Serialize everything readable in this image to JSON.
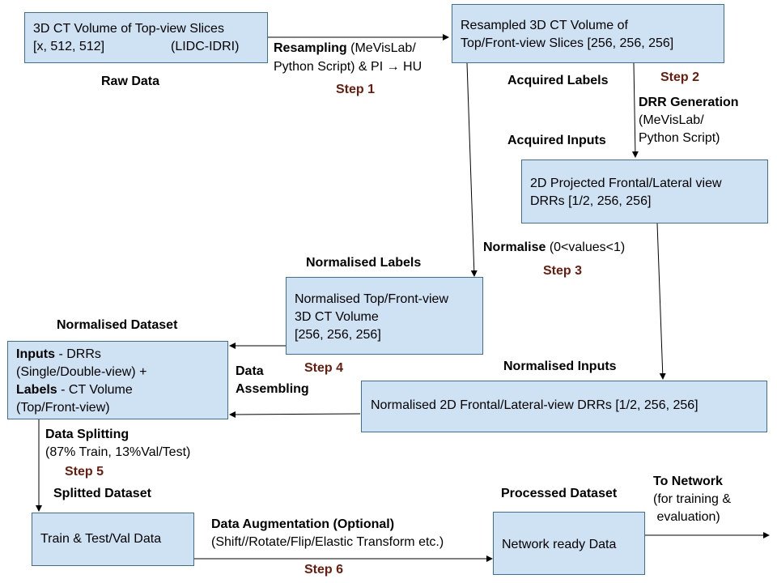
{
  "boxes": {
    "raw_ct": {
      "line1": "3D CT Volume of Top-view Slices",
      "line2a": "[x, 512, 512]",
      "line2b": "(LIDC-IDRI)"
    },
    "resampled": {
      "line1": "Resampled 3D CT Volume of",
      "line2": "Top/Front-view Slices [256, 256, 256]"
    },
    "drr": {
      "line1": "2D Projected Frontal/Lateral view",
      "line2": "DRRs [1/2, 256, 256]"
    },
    "norm_ct": {
      "line1": "Normalised Top/Front-view",
      "line2": "3D CT Volume",
      "line3": "[256, 256, 256]"
    },
    "norm_drr": {
      "text": "Normalised 2D Frontal/Lateral-view DRRs [1/2, 256, 256]"
    },
    "dataset": {
      "inputs_bold": "Inputs",
      "inputs_rest": " - DRRs",
      "line2": "(Single/Double-view) +",
      "labels_bold": "Labels",
      "labels_rest": " - CT Volume",
      "line4": "(Top/Front-view)"
    },
    "split": {
      "text": "Train & Test/Val  Data"
    },
    "network": {
      "text": "Network ready Data"
    }
  },
  "labels": {
    "raw_data": "Raw Data",
    "resampling_bold": "Resampling",
    "resampling_rest": " (MeVisLab/",
    "resampling_line2": "Python Script) & PI → HU",
    "step1": "Step 1",
    "acquired_labels": "Acquired Labels",
    "step2": "Step 2",
    "drr_generation": "DRR Generation",
    "drr_gen_line2": "(MeVisLab/",
    "drr_gen_line3": "Python Script)",
    "acquired_inputs": "Acquired Inputs",
    "normalise_bold": "Normalise",
    "normalise_rest": " (0<values<1)",
    "step3": "Step 3",
    "normalised_labels": "Normalised Labels",
    "normalised_dataset": "Normalised Dataset",
    "data_assembling_1": "Data",
    "data_assembling_2": "Assembling",
    "step4": "Step 4",
    "normalised_inputs": "Normalised Inputs",
    "data_splitting": "Data Splitting",
    "data_splitting_line2": "(87% Train, 13%Val/Test)",
    "step5": "Step 5",
    "splitted_dataset": "Splitted Dataset",
    "augmentation": "Data Augmentation (Optional)",
    "augmentation_line2": "(Shift//Rotate/Flip/Elastic Transform etc.)",
    "step6": "Step 6",
    "processed_dataset": "Processed Dataset",
    "to_network": "To Network",
    "to_network_line2": "(for training &",
    "to_network_line3": " evaluation)"
  }
}
